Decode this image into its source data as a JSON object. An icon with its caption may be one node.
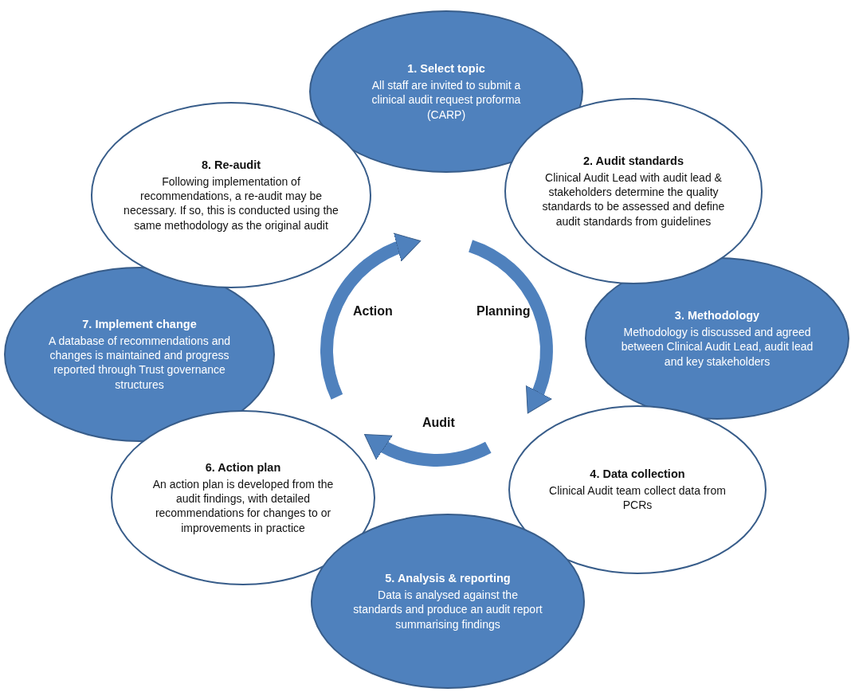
{
  "diagram": {
    "nodes": [
      {
        "text": [
          "1. Select topic",
          "All staff are invited to submit a clinical audit request proforma (CARP)"
        ]
      },
      {
        "text": [
          "2. Audit standards",
          "Clinical Audit Lead with audit lead & stakeholders determine the quality standards to be assessed and define audit standards from guidelines"
        ]
      },
      {
        "text": [
          "3. Methodology",
          "Methodology is discussed and agreed between Clinical Audit Lead, audit lead and key stakeholders"
        ]
      },
      {
        "text": [
          "4. Data collection",
          "Clinical Audit team collect data from PCRs"
        ]
      },
      {
        "text": [
          "5. Analysis & reporting",
          "Data is analysed against the standards and produce an audit report summarising findings"
        ]
      },
      {
        "text": [
          "6. Action plan",
          "An action plan is developed from the audit findings, with detailed recommendations for changes to or improvements in practice"
        ]
      },
      {
        "text": [
          "7. Implement change",
          "A database of recommendations and changes is maintained and progress reported through Trust governance structures"
        ]
      },
      {
        "text": [
          "8. Re-audit",
          "Following implementation of recommendations, a re-audit may be necessary.  If so, this is conducted using the same methodology as the original audit"
        ]
      }
    ],
    "labels": [
      "Action",
      "Planning",
      "Audit"
    ]
  }
}
